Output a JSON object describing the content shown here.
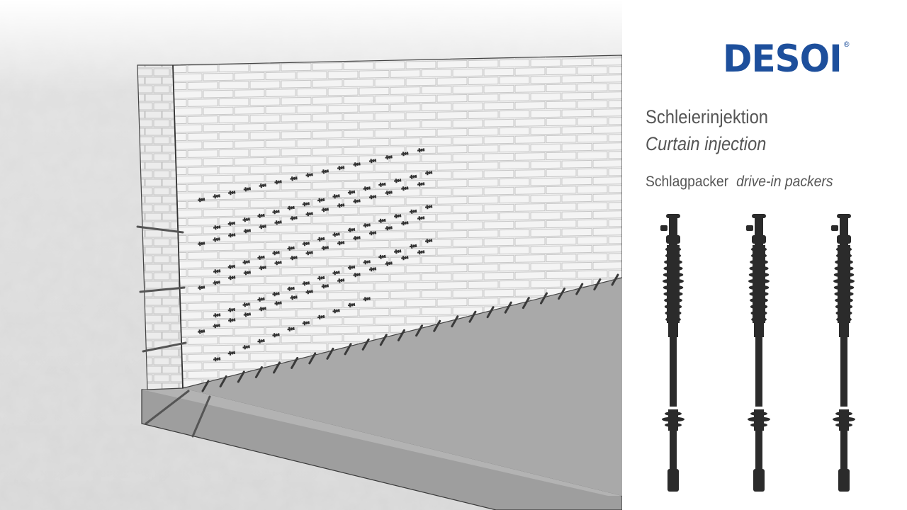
{
  "brand": {
    "logo_text": "DESOI",
    "registered": "®",
    "color": "#1d4f9c"
  },
  "title_de": "Schleierinjektion",
  "title_en": "Curtain injection",
  "subtitle_de": "Schlagpacker",
  "subtitle_en": "drive-in packers",
  "illustration": {
    "items": [
      "brick-wall",
      "concrete-floor-slab",
      "soil",
      "drive-in-packers"
    ]
  },
  "packers": {
    "count": 3,
    "color": "#2b2b2b"
  }
}
